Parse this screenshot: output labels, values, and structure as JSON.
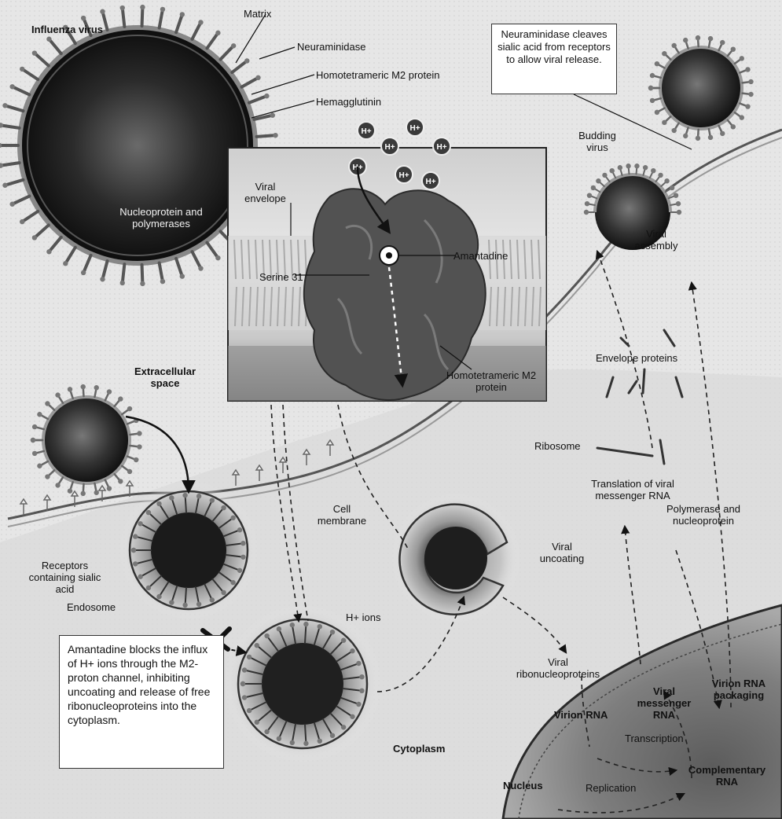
{
  "labels": {
    "influenza_virus": "Influenza virus",
    "matrix": "Matrix",
    "neuraminidase": "Neuraminidase",
    "m2_protein": "Homotetrameric M2 protein",
    "hemagglutinin": "Hemagglutinin",
    "viral_envelope": "Viral envelope",
    "nucleoprotein": "Nucleoprotein and polymerases",
    "h_plus": "H+",
    "amantadine": "Amantadine",
    "serine": "Serine 31",
    "m2_inset": "Homotetrameric M2 protein",
    "extracellular": "Extracellular space",
    "cell_membrane": "Cell membrane",
    "receptors": "Receptors containing sialic acid",
    "endosome": "Endosome",
    "h_ions": "H+ ions",
    "cytoplasm": "Cytoplasm",
    "viral_uncoating": "Viral uncoating",
    "viral_rnp": "Viral ribonucleoproteins",
    "ribosome": "Ribosome",
    "translation": "Translation of viral messenger RNA",
    "polymerase": "Polymerase and nucleoprotein",
    "envelope_proteins": "Envelope proteins",
    "viral_assembly": "Viral assembly",
    "budding": "Budding virus",
    "vrna_packaging": "Virion RNA packaging",
    "viral_mrna": "Viral messenger RNA",
    "virion_rna": "Virion RNA",
    "transcription": "Transcription",
    "complementary": "Complementary RNA",
    "replication": "Replication",
    "nucleus": "Nucleus"
  },
  "callouts": {
    "neuraminidase_note": "Neuraminidase cleaves sialic acid from receptors to allow viral release.",
    "amantadine_note": "Amantadine blocks the influx of H+ ions through the M2-proton channel, inhibiting uncoating and release of free ribonucleoproteins into the cytoplasm."
  }
}
